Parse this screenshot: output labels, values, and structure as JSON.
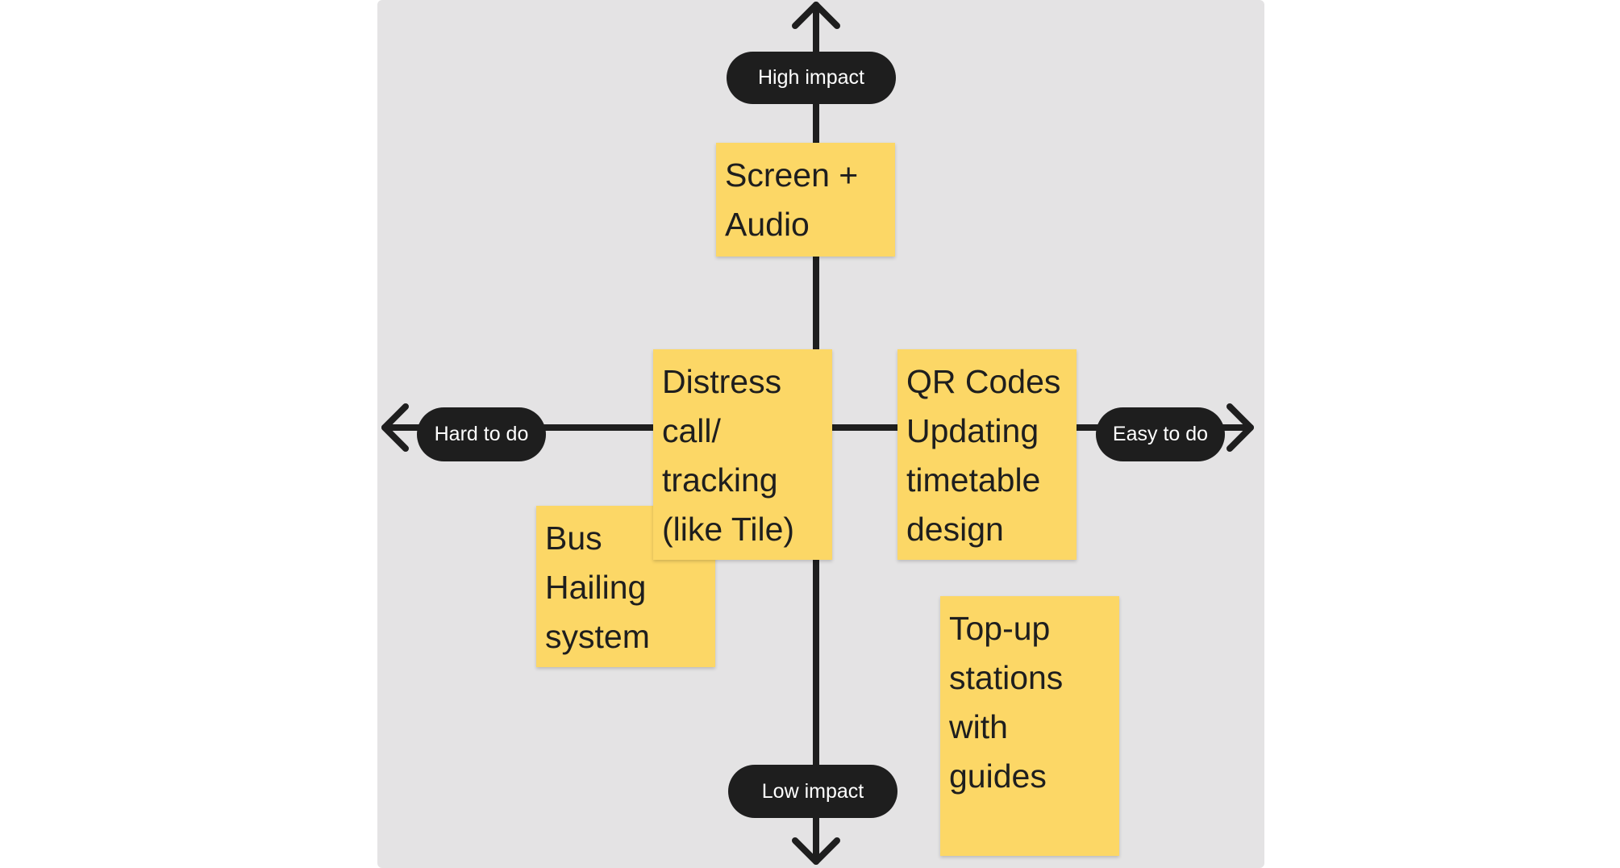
{
  "axis_labels": {
    "top": "High impact",
    "bottom": "Low impact",
    "left": "Hard to do",
    "right": "Easy to do"
  },
  "stickies": {
    "screen_audio": "Screen + Audio",
    "distress_call": "Distress call/ tracking (like Tile)",
    "qr_codes": "QR Codes Updating timetable design",
    "bus_hailing": "Bus Hailing system",
    "top_up": "Top-up stations with guides"
  },
  "colors": {
    "board": "#e4e3e4",
    "axis": "#1e1e1e",
    "pill": "#1e1e1e",
    "sticky": "#fcd766"
  }
}
